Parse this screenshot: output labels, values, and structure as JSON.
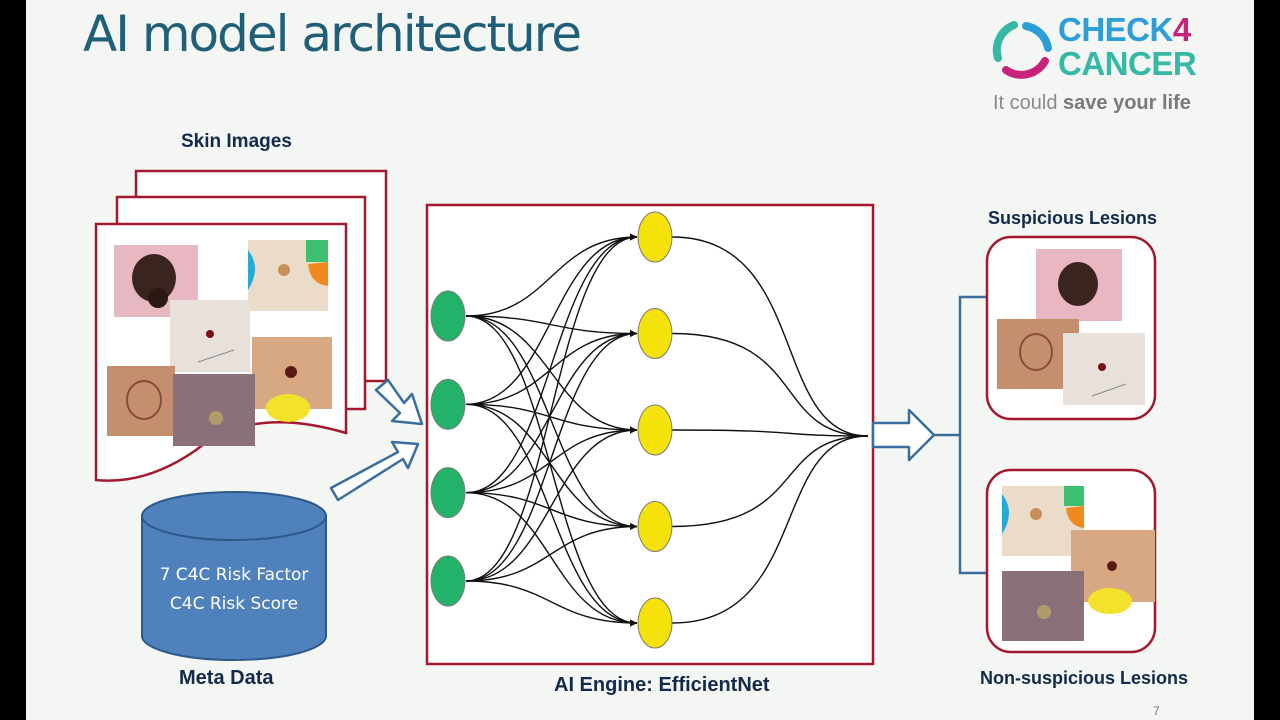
{
  "slide": {
    "title": "AI model architecture",
    "page_number": "7"
  },
  "logo": {
    "brand_check": "CHECK",
    "brand_four": "4",
    "brand_cancer": "CANCER",
    "tagline_prefix": "It could ",
    "tagline_bold": "save your life",
    "colors": {
      "blue": "#2d9ed8",
      "teal": "#37b8a6",
      "magenta": "#c8227a"
    }
  },
  "labels": {
    "skin_images": "Skin Images",
    "meta_data": "Meta Data",
    "ai_engine": "AI Engine: EfficientNet",
    "suspicious": "Suspicious Lesions",
    "non_suspicious": "Non-suspicious Lesions"
  },
  "meta_data": {
    "line1": "7 C4C Risk Factor",
    "line2": "C4C Risk Score"
  },
  "network": {
    "input_nodes": 4,
    "hidden_nodes": 5,
    "input_color": "#22b26a",
    "hidden_color": "#f4e20a"
  },
  "colors": {
    "frame_red": "#a3182e",
    "title_blue": "#1f5f78",
    "cylinder_blue": "#4f81bd",
    "arrow_blue": "#3b6e9e"
  }
}
